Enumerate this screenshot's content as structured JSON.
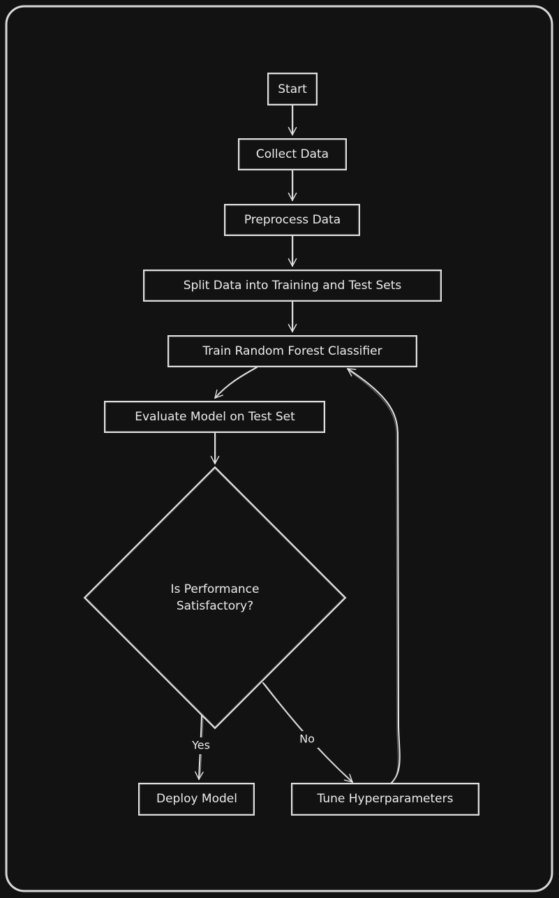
{
  "diagram": {
    "nodes": {
      "start": "Start",
      "collect": "Collect Data",
      "preprocess": "Preprocess Data",
      "split": "Split Data into Training and Test Sets",
      "train": "Train Random Forest Classifier",
      "evaluate": "Evaluate Model on Test Set",
      "decision_line1": "Is Performance",
      "decision_line2": "Satisfactory?",
      "deploy": "Deploy Model",
      "tune": "Tune Hyperparameters"
    },
    "edge_labels": {
      "yes": "Yes",
      "no": "No"
    }
  }
}
